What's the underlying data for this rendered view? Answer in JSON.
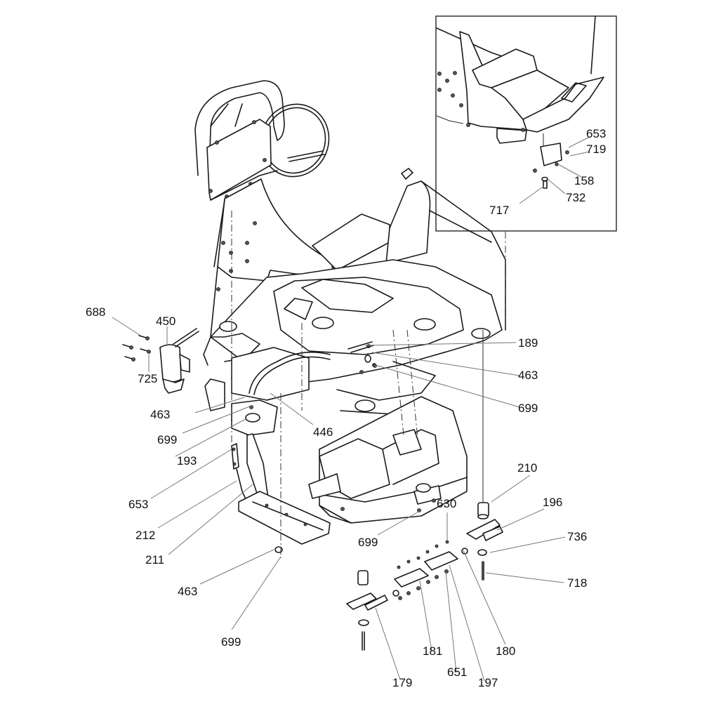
{
  "diagram": {
    "type": "exploded parts diagram",
    "subject": "seat frame and fuel tank mounting assembly"
  },
  "inset": {
    "callouts": [
      {
        "id": "653",
        "label": "653"
      },
      {
        "id": "719",
        "label": "719"
      },
      {
        "id": "158",
        "label": "158"
      },
      {
        "id": "732",
        "label": "732"
      },
      {
        "id": "717",
        "label": "717"
      }
    ]
  },
  "callouts": {
    "left": [
      {
        "id": "688",
        "label": "688"
      },
      {
        "id": "450",
        "label": "450"
      },
      {
        "id": "725",
        "label": "725"
      },
      {
        "id": "463a",
        "label": "463"
      },
      {
        "id": "699a",
        "label": "699"
      },
      {
        "id": "193",
        "label": "193"
      },
      {
        "id": "446",
        "label": "446"
      },
      {
        "id": "653",
        "label": "653"
      },
      {
        "id": "212",
        "label": "212"
      },
      {
        "id": "211",
        "label": "211"
      },
      {
        "id": "463b",
        "label": "463"
      },
      {
        "id": "699b",
        "label": "699"
      }
    ],
    "right": [
      {
        "id": "189",
        "label": "189"
      },
      {
        "id": "463c",
        "label": "463"
      },
      {
        "id": "699c",
        "label": "699"
      },
      {
        "id": "210",
        "label": "210"
      },
      {
        "id": "196",
        "label": "196"
      },
      {
        "id": "736",
        "label": "736"
      },
      {
        "id": "718",
        "label": "718"
      },
      {
        "id": "630",
        "label": "630"
      },
      {
        "id": "699d",
        "label": "699"
      },
      {
        "id": "181",
        "label": "181"
      },
      {
        "id": "180",
        "label": "180"
      },
      {
        "id": "179",
        "label": "179"
      },
      {
        "id": "651",
        "label": "651"
      },
      {
        "id": "197",
        "label": "197"
      }
    ]
  }
}
